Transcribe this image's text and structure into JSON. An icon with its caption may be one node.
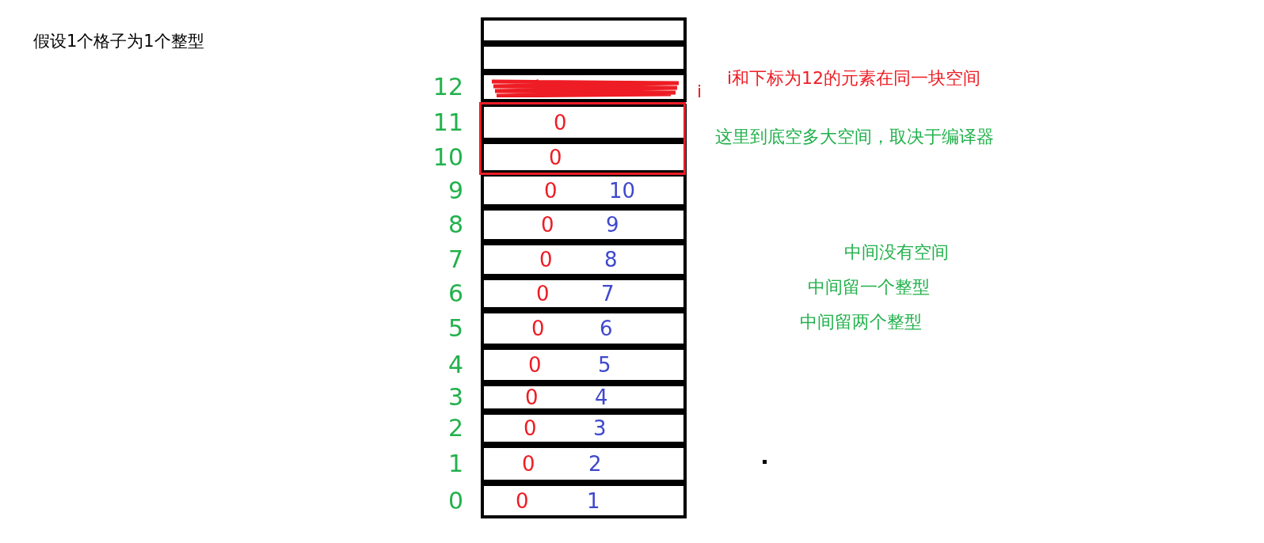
{
  "diagram": {
    "title": "假设1个格子为1个整型",
    "nodes": [
      {
        "text": [],
        "shape": "box"
      },
      {
        "text": [],
        "shape": "box"
      },
      {
        "text": [],
        "shape": "box",
        "beside": [
          "12",
          "i"
        ]
      },
      {
        "text": [
          "0"
        ],
        "beside": [
          "11"
        ]
      },
      {
        "text": [
          "0"
        ],
        "beside": [
          "10"
        ]
      },
      {
        "text": [
          "0",
          "10"
        ],
        "beside": [
          "9"
        ]
      },
      {
        "text": [
          "0",
          "9"
        ],
        "beside": [
          "8"
        ]
      },
      {
        "text": [
          "0",
          "8"
        ],
        "beside": [
          "7"
        ]
      },
      {
        "text": [
          "0",
          "7"
        ],
        "beside": [
          "6"
        ]
      },
      {
        "text": [
          "0",
          "6"
        ],
        "beside": [
          "5"
        ]
      },
      {
        "text": [
          "0",
          "5"
        ],
        "beside": [
          "4"
        ]
      },
      {
        "text": [
          "0",
          "4"
        ],
        "beside": [
          "3"
        ]
      },
      {
        "text": [
          "0",
          "3"
        ],
        "beside": [
          "2"
        ]
      },
      {
        "text": [
          "0",
          "2"
        ],
        "beside": [
          "1"
        ]
      },
      {
        "text": [
          "0",
          "1"
        ],
        "beside": [
          "0"
        ]
      }
    ],
    "labels": [
      "i和下标为12的元素在同一块空间",
      "这里到底空多大空间，取决于编译器",
      "中间没有空间",
      "中间留一个整型",
      "中间留两个整型"
    ]
  }
}
